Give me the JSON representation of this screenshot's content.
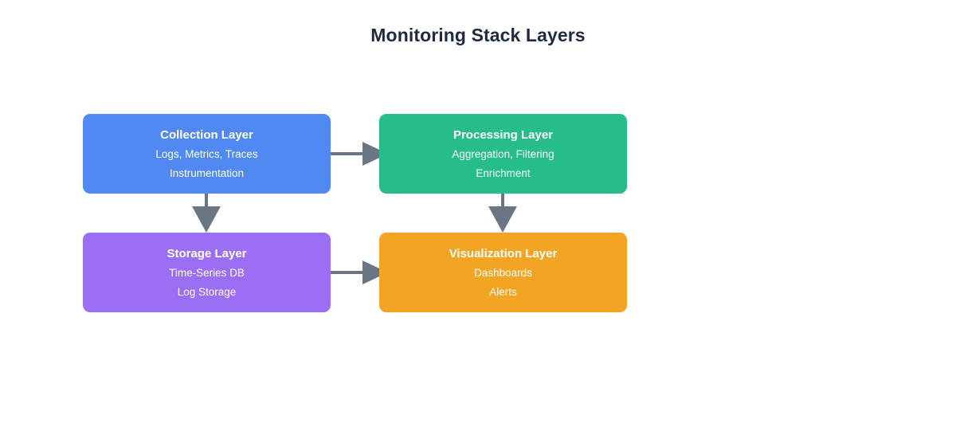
{
  "diagram": {
    "title": "Monitoring Stack Layers",
    "title_color": "#1f2a40",
    "background": "#ffffff",
    "arrow_color": "#6b7685",
    "nodes": [
      {
        "id": "collection",
        "title": "Collection Layer",
        "lines": [
          "Logs, Metrics, Traces",
          "Instrumentation"
        ],
        "color": "#5089f2",
        "text_color": "#ffffff"
      },
      {
        "id": "processing",
        "title": "Processing Layer",
        "lines": [
          "Aggregation, Filtering",
          "Enrichment"
        ],
        "color": "#26bd8a",
        "text_color": "#ffffff"
      },
      {
        "id": "storage",
        "title": "Storage Layer",
        "lines": [
          "Time-Series DB",
          "Log Storage"
        ],
        "color": "#9b6ef3",
        "text_color": "#ffffff"
      },
      {
        "id": "visualization",
        "title": "Visualization Layer",
        "lines": [
          "Dashboards",
          "Alerts"
        ],
        "color": "#f2a423",
        "text_color": "#ffffff"
      }
    ],
    "edges": [
      {
        "id": "collection-to-processing",
        "from": "collection",
        "to": "processing",
        "direction": "right"
      },
      {
        "id": "collection-to-storage",
        "from": "collection",
        "to": "storage",
        "direction": "down"
      },
      {
        "id": "processing-to-visualization",
        "from": "processing",
        "to": "visualization",
        "direction": "down"
      },
      {
        "id": "storage-to-visualization",
        "from": "storage",
        "to": "visualization",
        "direction": "right"
      }
    ]
  }
}
